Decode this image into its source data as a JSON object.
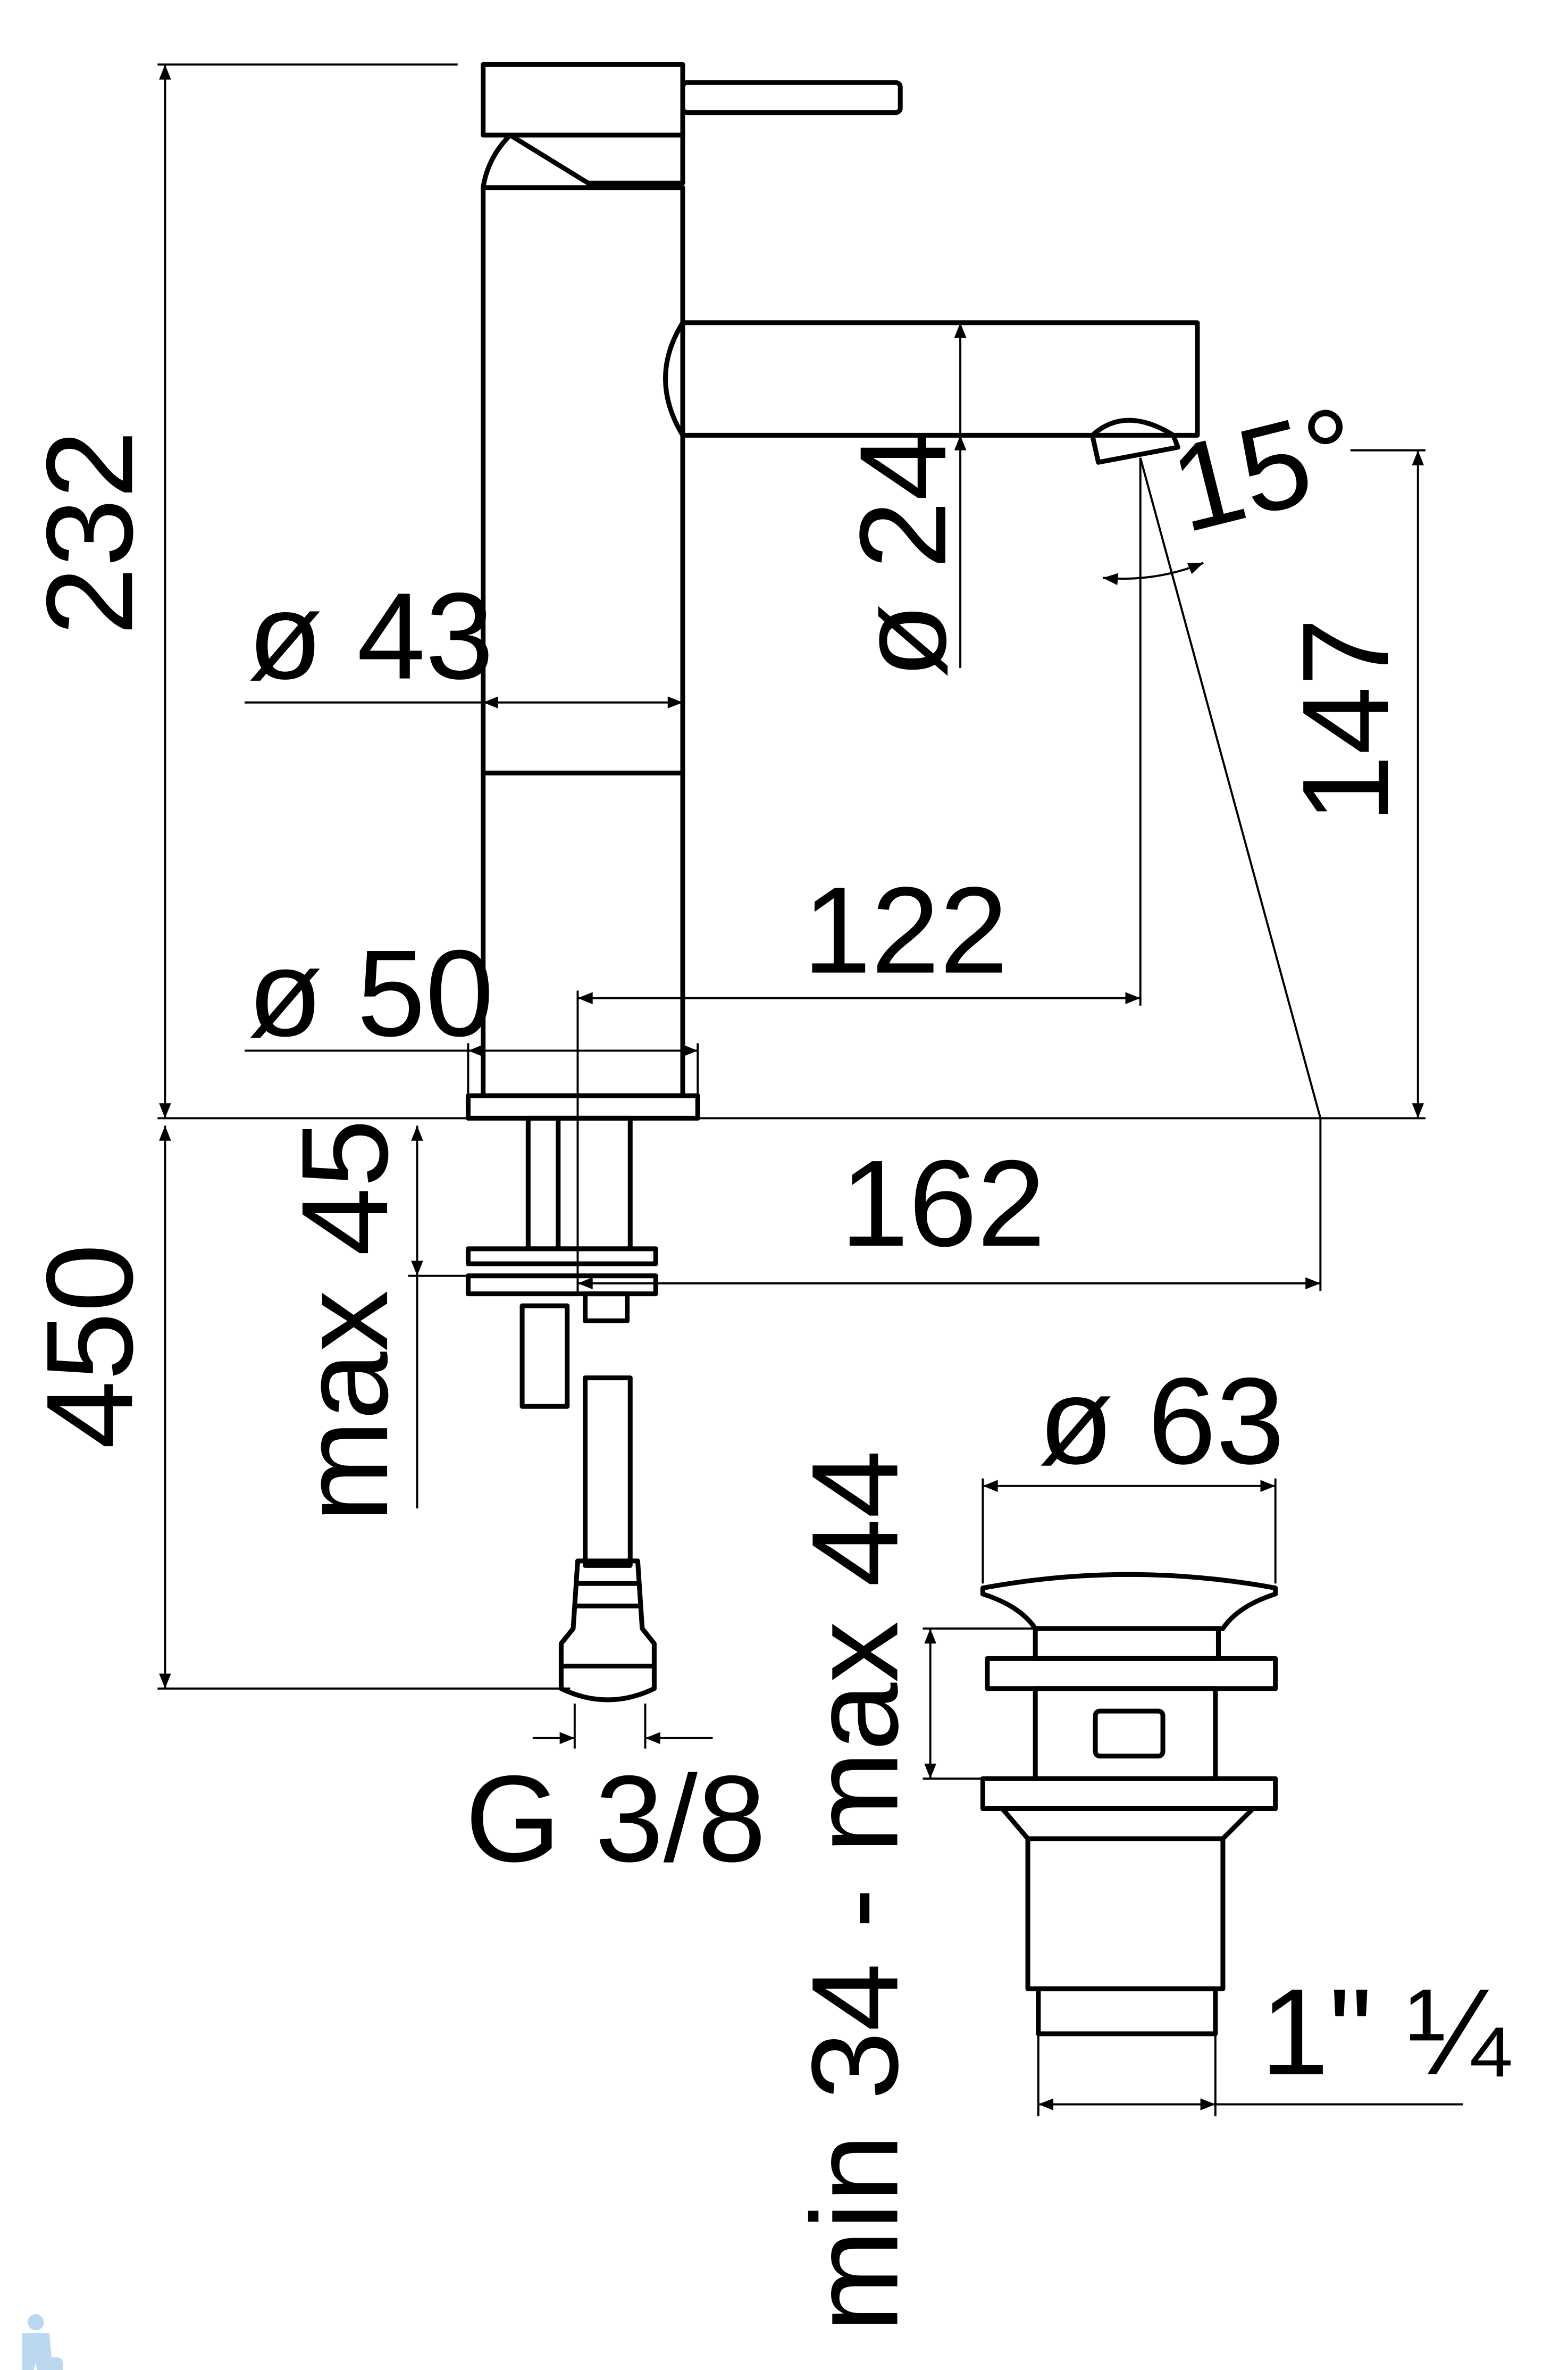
{
  "drawing": {
    "title": "Basin mixer and pop-up waste technical drawing",
    "dimensions": {
      "height_total": "232",
      "body_diameter": "ø 43",
      "spout_diameter": "ø 24",
      "spout_angle": "15°",
      "spout_height": "147",
      "spout_reach": "122",
      "base_diameter": "ø 50",
      "projection": "162",
      "max_deck_thickness": "max 45",
      "hose_length": "450",
      "connection": "G 3/8",
      "waste_diameter": "ø 63",
      "waste_range": "min 34 - max 44",
      "waste_thread": "1\" ¼"
    },
    "watermark": "plumber-logo",
    "colors": {
      "line": "#000000",
      "watermark": "#bcd8f0"
    }
  }
}
